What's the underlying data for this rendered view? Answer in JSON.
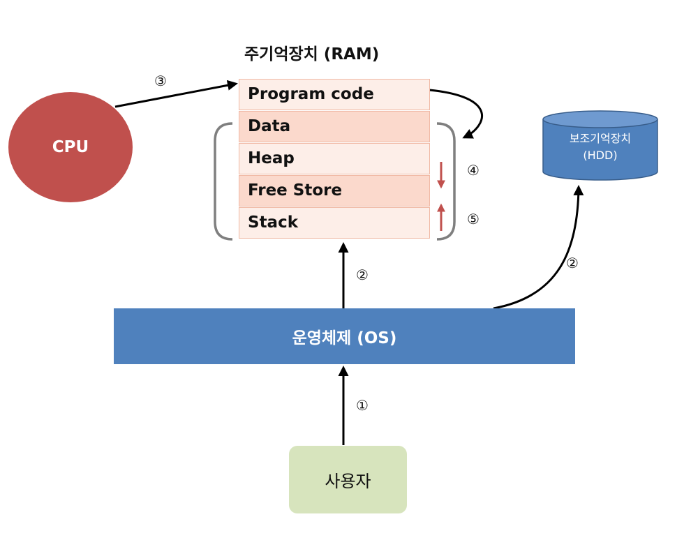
{
  "ram": {
    "title": "주기억장치 (RAM)",
    "rows": [
      "Program code",
      "Data",
      "Heap",
      "Free Store",
      "Stack"
    ]
  },
  "cpu": {
    "label": "CPU",
    "color": "#c0504d"
  },
  "hdd": {
    "line1": "보조기억장치",
    "line2": "(HDD)",
    "color": "#4f81bd"
  },
  "os": {
    "label": "운영체제 (OS)",
    "color": "#4f81bd"
  },
  "user": {
    "label": "사용자",
    "color": "#d7e4bd"
  },
  "steps": {
    "cpu_to_ram": "③",
    "heap_growth": "④",
    "stack_growth": "⑤",
    "os_to_ram": "②",
    "os_to_hdd": "②",
    "user_to_os": "①"
  },
  "colors": {
    "growth_arrow": "#c0504d",
    "bracket": "#7f7f7f",
    "arrow": "#000000"
  }
}
